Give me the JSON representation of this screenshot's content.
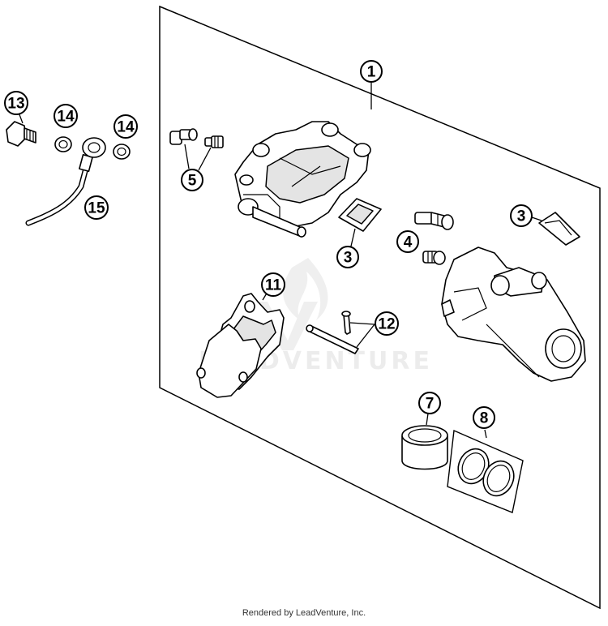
{
  "callouts": {
    "c1": "1",
    "c3a": "3",
    "c3b": "3",
    "c4": "4",
    "c5": "5",
    "c7": "7",
    "c8": "8",
    "c11": "11",
    "c12": "12",
    "c13": "13",
    "c14a": "14",
    "c14b": "14",
    "c15": "15"
  },
  "watermark": "LEADVENTURE",
  "footer": "Rendered by LeadVenture, Inc."
}
